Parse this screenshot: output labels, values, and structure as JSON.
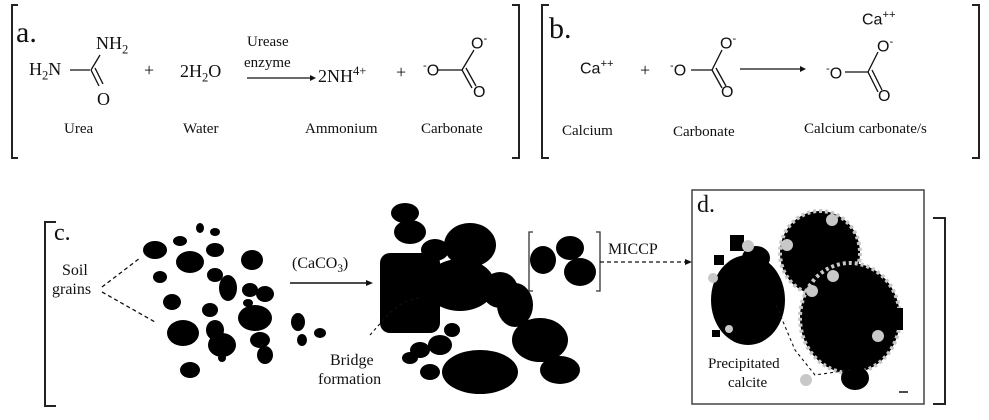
{
  "panel_a": {
    "letter": "a.",
    "urea": {
      "nh2_top": "NH",
      "nh2_top_sub": "2",
      "h2n": "H",
      "h2n_sub": "2",
      "h2n_rest": "N",
      "o": "O",
      "label": "Urea"
    },
    "plus1": "+",
    "water": {
      "formula_pre": "2H",
      "formula_sub": "2",
      "formula_post": "O",
      "label": "Water"
    },
    "arrow_label_top": "Urease",
    "arrow_label_bottom": "enzyme",
    "ammonium": {
      "formula": "2NH",
      "sup": "4+",
      "label": "Ammonium"
    },
    "plus2": "+",
    "carbonate": {
      "o_left": "O",
      "o_left_charge": "-",
      "o_top": "O",
      "o_top_charge": "-",
      "o_bottom": "O",
      "label": "Carbonate"
    }
  },
  "panel_b": {
    "letter": "b.",
    "calcium": {
      "formula": "Ca",
      "sup": "++",
      "label": "Calcium"
    },
    "plus": "+",
    "carbonate": {
      "o_left": "O",
      "o_left_charge": "-",
      "o_top": "O",
      "o_top_charge": "-",
      "o_bottom": "O",
      "label": "Carbonate"
    },
    "product": {
      "ca": "Ca",
      "ca_sup": "++",
      "o_left": "O",
      "o_left_charge": "-",
      "o_top": "O",
      "o_top_charge": "-",
      "o_bottom": "O",
      "label": "Calcium carbonate/s"
    }
  },
  "panel_c": {
    "letter": "c.",
    "soil_grains_line1": "Soil",
    "soil_grains_line2": "grains",
    "arrow_label_pre": "(CaCO",
    "arrow_label_sub": "3",
    "arrow_label_post": ")",
    "bridge_line1": "Bridge",
    "bridge_line2": "formation",
    "miccp": "MICCP"
  },
  "panel_d": {
    "letter": "d.",
    "precip_line1": "Precipitated",
    "precip_line2": "calcite"
  },
  "colors": {
    "ink": "#111111",
    "calcite": "#c8c8c8",
    "background": "#ffffff"
  }
}
